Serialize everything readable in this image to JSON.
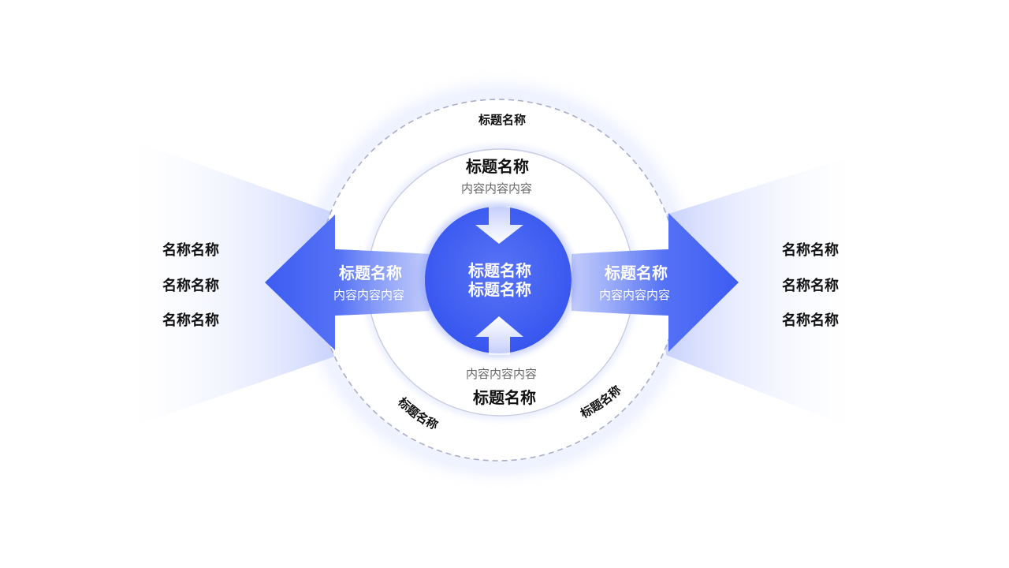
{
  "colors": {
    "primary": "#3d5cf2",
    "primary_light": "#8fa2fb",
    "halo": "#d6dcff",
    "ring_dash": "#a9acc9",
    "inner_ring_border": "#c9cbe2",
    "text_dark": "#111111",
    "text_gray": "#666666",
    "text_white": "#ffffff"
  },
  "center": {
    "line1": "标题名称",
    "line2": "标题名称"
  },
  "inner_ring": {
    "top_title": "标题名称",
    "top_content": "内容内容内容",
    "bottom_content": "内容内容内容",
    "bottom_title": "标题名称"
  },
  "outer_ring": {
    "top": "标题名称",
    "bottom_left": "标题名称",
    "bottom_right": "标题名称"
  },
  "left_arrow": {
    "title": "标题名称",
    "content": "内容内容内容"
  },
  "right_arrow": {
    "title": "标题名称",
    "content": "内容内容内容"
  },
  "left_items": [
    "名称名称",
    "名称名称",
    "名称名称"
  ],
  "right_items": [
    "名称名称",
    "名称名称",
    "名称名称"
  ]
}
